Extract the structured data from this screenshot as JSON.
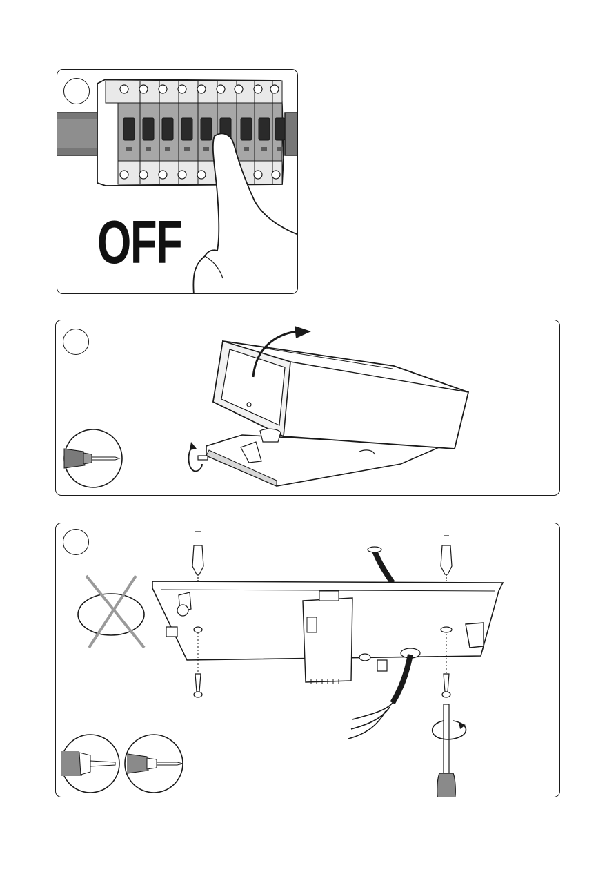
{
  "steps": [
    {
      "id": 1,
      "label": "OFF"
    },
    {
      "id": 2
    },
    {
      "id": 3
    }
  ],
  "icons": {
    "step1": [
      "circuit-breaker-panel",
      "hand-pressing-switch"
    ],
    "step2": [
      "flat-screwdriver",
      "rotate-arrow",
      "lift-arrow",
      "luminaire-housing"
    ],
    "step3": [
      "no-mounting-crossed",
      "wall-plug",
      "screw",
      "power-cable",
      "drill",
      "phillips-screwdriver",
      "rotate-arrow"
    ]
  },
  "colors": {
    "line": "#1a1a1a",
    "gray": "#8c8c8c",
    "rail": "#777777",
    "cross": "#9a9a9a"
  }
}
